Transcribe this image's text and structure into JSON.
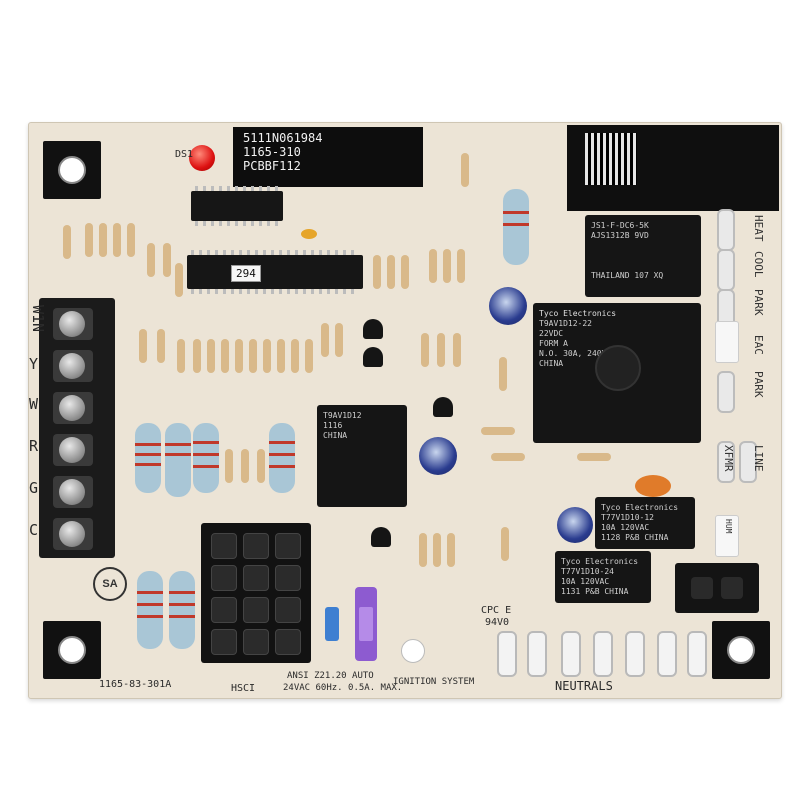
{
  "board": {
    "label_plate": {
      "line1": "5111N061984",
      "line2": "1165-310",
      "line3": "PCBBF112"
    },
    "ic_sticker": "294",
    "bottom_left_code": "1165-83-301A",
    "ansi_line1": "ANSI Z21.20 AUTO",
    "ansi_line2": "24VAC 60Hz. 0.5A. MAX.",
    "ignition_system": "IGNITION SYSTEM",
    "hsci": "HSCI",
    "neutrals": "NEUTRALS",
    "cpc": "CPC E",
    "flame_rating": "94V0",
    "csa_mark": "SA",
    "led_label": "DS1"
  },
  "terminal_labels": [
    "W1N",
    "Y",
    "W",
    "R",
    "G",
    "C"
  ],
  "right_connectors": [
    "HEAT",
    "COOL",
    "PARK",
    "EAC",
    "PARK",
    "XFMR",
    "LINE",
    "HUM"
  ],
  "relays": {
    "main": {
      "brand": "Tyco Electronics",
      "lines": [
        "T9AV1D12-22",
        "22VDC",
        "FORM A",
        "N.O. 30A, 240VAC",
        "CHINA"
      ]
    },
    "top_right": {
      "lines": [
        "JS1-F-DC6-5K",
        "AJS1312B 9VD",
        "THAILAND 107 XQ"
      ]
    },
    "mid_right": {
      "brand": "Tyco Electronics",
      "lines": [
        "T77V1D10-12",
        "10A 120VAC",
        "1128 P&B CHINA"
      ]
    },
    "lower_right": {
      "brand": "Tyco Electronics",
      "lines": [
        "T77V1D10-24",
        "10A 120VAC",
        "1131 P&B CHINA"
      ]
    },
    "center": {
      "lines": [
        "T9AV1D12",
        "1116",
        "CHINA"
      ]
    }
  }
}
